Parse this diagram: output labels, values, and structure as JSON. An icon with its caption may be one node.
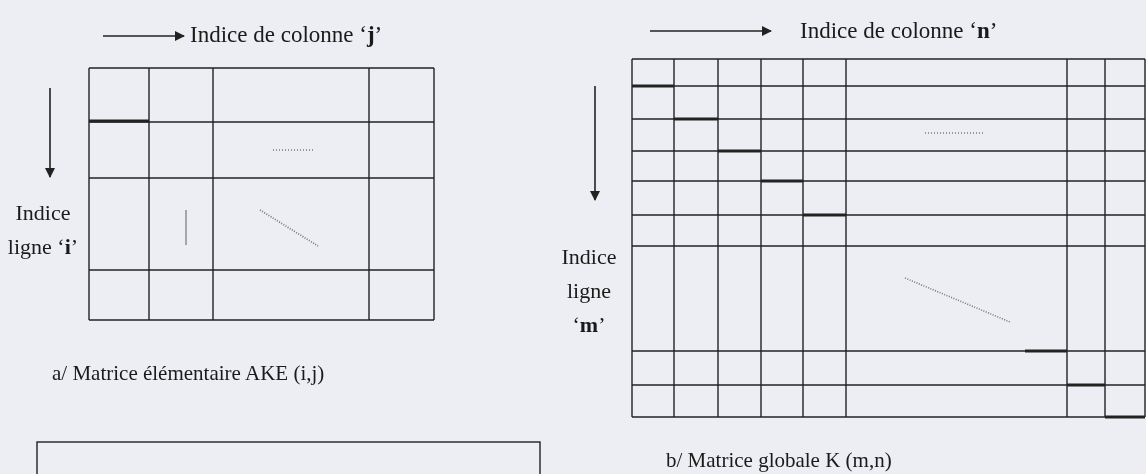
{
  "diagram": {
    "labels": [
      "Indice de colonne ‘**j**’",
      "Indice de colonne ‘**n**’",
      "Indice ligne ‘**i**’",
      "Indice ligne ‘**m**’",
      "a/ Matrice élémentaire AKE (i,j)",
      "b/ Matrice globale K (m,n)"
    ]
  }
}
